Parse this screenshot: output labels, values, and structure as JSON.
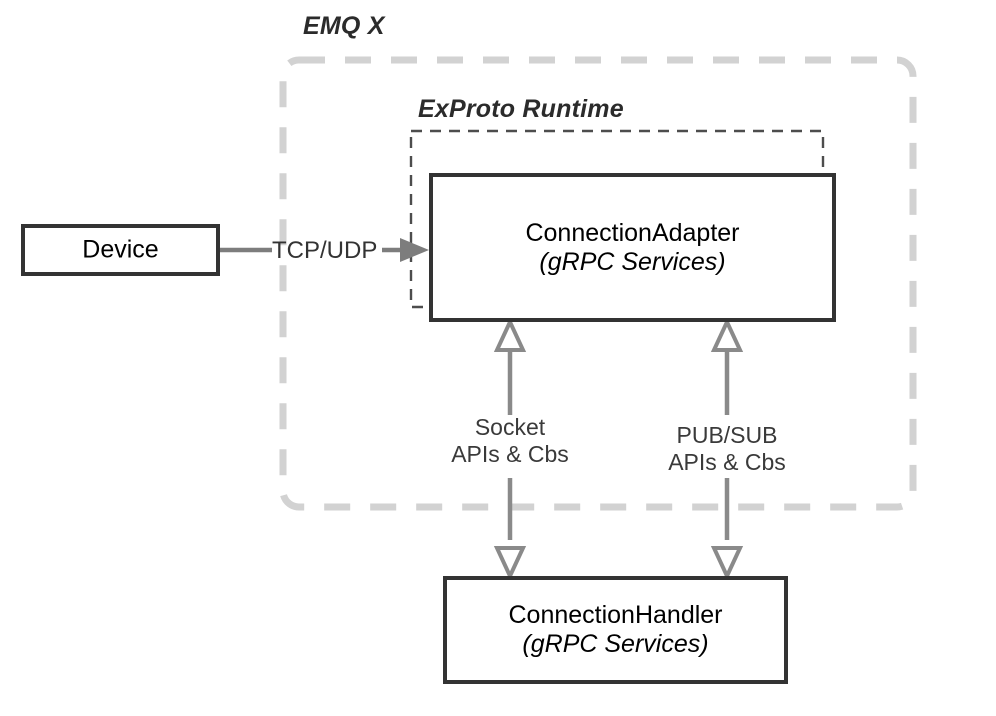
{
  "diagram": {
    "type": "architecture-block-diagram",
    "background": "#ffffff",
    "groups": [
      {
        "id": "emqx",
        "label": "EMQ X",
        "border_style": "dashed-rounded",
        "border_color": "#d2d2d2"
      },
      {
        "id": "exproto",
        "label": "ExProto Runtime",
        "border_style": "dashed",
        "border_color": "#4d4d4d"
      }
    ],
    "nodes": [
      {
        "id": "device",
        "title": "Device",
        "subtitle": "",
        "border_color": "#333333"
      },
      {
        "id": "connection-adapter",
        "title": "ConnectionAdapter",
        "subtitle": "(gRPC Services)",
        "border_color": "#333333"
      },
      {
        "id": "connection-handler",
        "title": "ConnectionHandler",
        "subtitle": "(gRPC Services)",
        "border_color": "#333333"
      }
    ],
    "edges": [
      {
        "id": "device-to-adapter",
        "label": "TCP/UDP",
        "from": "device",
        "to": "connection-adapter",
        "arrow": "filled",
        "color": "#7d7d7d"
      },
      {
        "id": "socket-apis",
        "label_line1": "Socket",
        "label_line2": "APIs & Cbs",
        "from": "connection-handler",
        "to": "connection-adapter",
        "arrow": "hollow-both",
        "color": "#8a8a8a"
      },
      {
        "id": "pubsub-apis",
        "label_line1": "PUB/SUB",
        "label_line2": "APIs & Cbs",
        "from": "connection-handler",
        "to": "connection-adapter",
        "arrow": "hollow-both",
        "color": "#8a8a8a"
      }
    ]
  }
}
